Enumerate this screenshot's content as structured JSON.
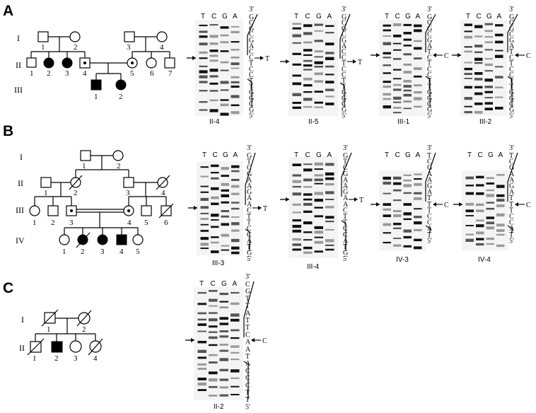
{
  "panels": {
    "A": "A",
    "B": "B",
    "C": "C"
  },
  "generations": {
    "I": "I",
    "II": "II",
    "III": "III",
    "IV": "IV"
  },
  "lanes": [
    "T",
    "C",
    "G",
    "A"
  ],
  "strand": {
    "top": "3'",
    "bottom": "5'"
  },
  "pedigreeA": {
    "I": [
      "1",
      "2",
      "3",
      "4"
    ],
    "II": [
      "1",
      "2",
      "3",
      "4",
      "5",
      "6",
      "7"
    ],
    "III": [
      "1",
      "2"
    ]
  },
  "pedigreeB": {
    "I": [
      "1",
      "2"
    ],
    "II": [
      "1",
      "2",
      "3",
      "4"
    ],
    "III": [
      "1",
      "2",
      "3",
      "4",
      "5",
      "6"
    ],
    "IV": [
      "1",
      "2",
      "3",
      "4",
      "5"
    ]
  },
  "pedigreeC": {
    "I": [
      "1",
      "2"
    ],
    "II": [
      "1",
      "2",
      "3",
      "4"
    ]
  },
  "gels": [
    {
      "caption": "II-4",
      "seq": "GCGCGAC CTCCTTGGCG",
      "arrow": "C",
      "mut": "T",
      "side": "right"
    },
    {
      "caption": "II-5",
      "seq": "GCGCGAC CTCCTTGGCG",
      "arrow": "C",
      "mut": "T",
      "side": "right"
    },
    {
      "caption": "III-1",
      "seq": "GCGCGAT CTCCTTGGCG",
      "arrow": "T",
      "mut": "C",
      "side": "left"
    },
    {
      "caption": "III-2",
      "seq": "GCGCGAT CTCCTTGGCG",
      "arrow": "T",
      "mut": "C",
      "side": "left"
    },
    {
      "caption": "III-3",
      "seq": "GTCGAAGAA CTTCCATG",
      "arrow": "A",
      "mut": "T",
      "side": "right"
    },
    {
      "caption": "III-4",
      "seq": "GTCGAAGAA CTTCCATG",
      "arrow": "A",
      "mut": "T",
      "side": "right"
    },
    {
      "caption": "IV-3",
      "seq": "TCGAAGAT TTCCAT",
      "arrow": "T",
      "mut": "C",
      "side": "left"
    },
    {
      "caption": "IV-4",
      "seq": "TCGAAGAT TTCCAT",
      "arrow": "T",
      "mut": "C",
      "side": "left"
    },
    {
      "caption": "II-2",
      "seq": "CGTTATTCA ATACCCTT",
      "arrow": "A",
      "mut": "C",
      "side": "left"
    }
  ]
}
